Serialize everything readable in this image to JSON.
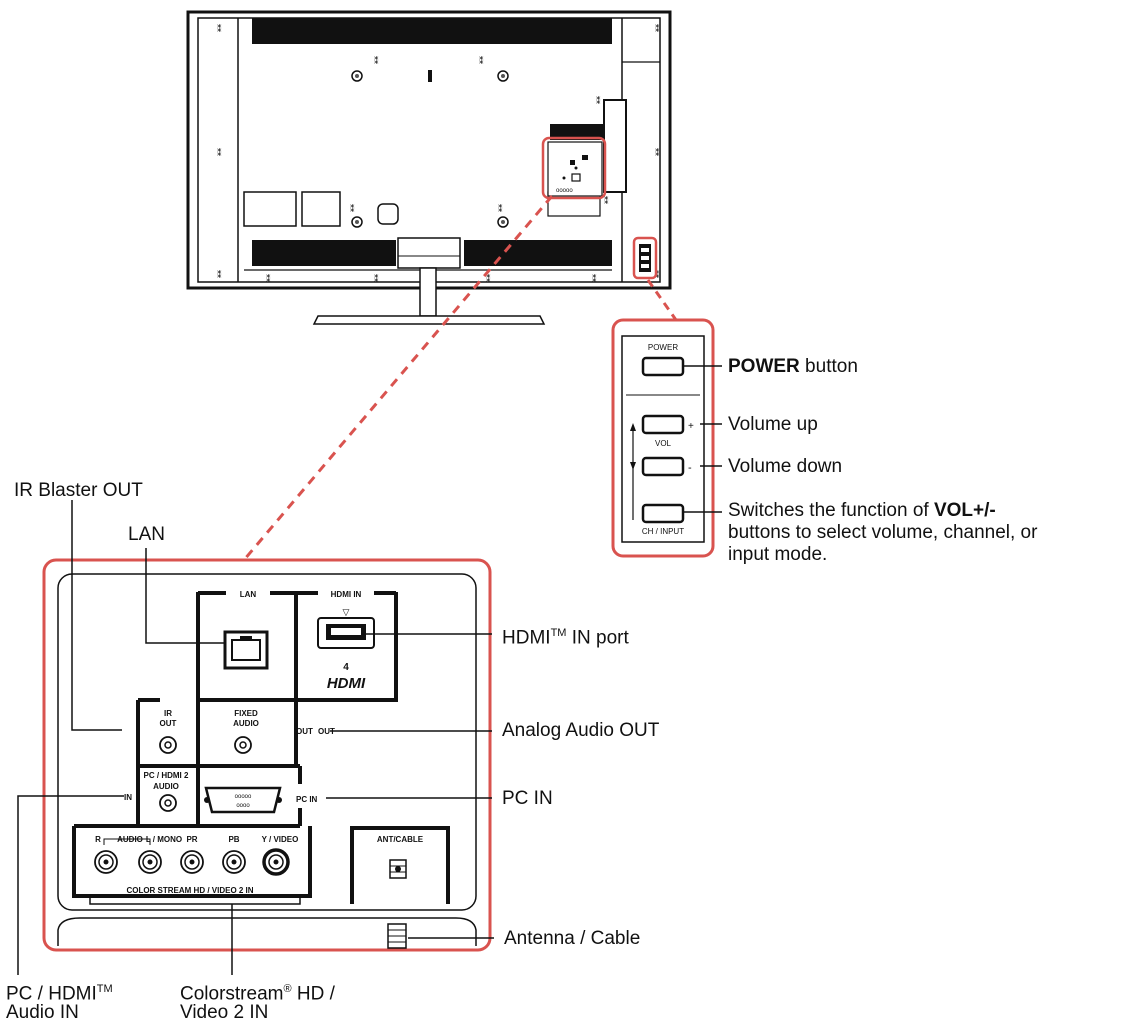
{
  "colors": {
    "accent": "#d9534f",
    "line": "#111111",
    "panel": "#222222"
  },
  "control_panel": {
    "power_label": "POWER",
    "vol_label": "VOL",
    "ch_input_label": "CH / INPUT",
    "plus": "+",
    "minus": "-"
  },
  "jack_panel": {
    "lan": "LAN",
    "hdmi_in": "HDMI IN",
    "hdmi_num": "4",
    "hdmi_logo": "HDMI",
    "ir_out_1": "IR",
    "ir_out_2": "OUT",
    "fixed_audio_1": "FIXED",
    "fixed_audio_2": "AUDIO",
    "out": "OUT",
    "pc_hdmi2_audio_1": "PC / HDMI 2",
    "pc_hdmi2_audio_2": "AUDIO",
    "in": "IN",
    "pc_in": "PC IN",
    "r": "R",
    "audio": "AUDIO",
    "l_mono": "L / MONO",
    "pr": "PR",
    "pb": "PB",
    "y_video": "Y / VIDEO",
    "ant_cable": "ANT/CABLE",
    "color_stream": "COLOR STREAM HD / VIDEO 2 IN"
  },
  "callouts": {
    "power_bold": "POWER",
    "power_rest": " button",
    "volume_up": "Volume up",
    "volume_down": "Volume down",
    "switch_pre": "Switches the function of ",
    "switch_bold": "VOL+/-",
    "switch_line2": "buttons to select volume, channel, or",
    "switch_line3": "input mode.",
    "ir_blaster": "IR Blaster OUT",
    "lan": "LAN",
    "hdmi_port_pre": "HDMI",
    "hdmi_port_tm": "TM",
    "hdmi_port_post": " IN port",
    "analog_audio": "Analog Audio OUT",
    "pc_in": "PC IN",
    "antenna": "Antenna / Cable",
    "pc_hdmi_line1_pre": "PC / HDMI",
    "pc_hdmi_tm": "TM",
    "pc_hdmi_line2": "Audio IN",
    "colorstream_line1_pre": "Colorstream",
    "colorstream_reg": "®",
    "colorstream_line1_post": " HD /",
    "colorstream_line2": "Video 2 IN"
  }
}
